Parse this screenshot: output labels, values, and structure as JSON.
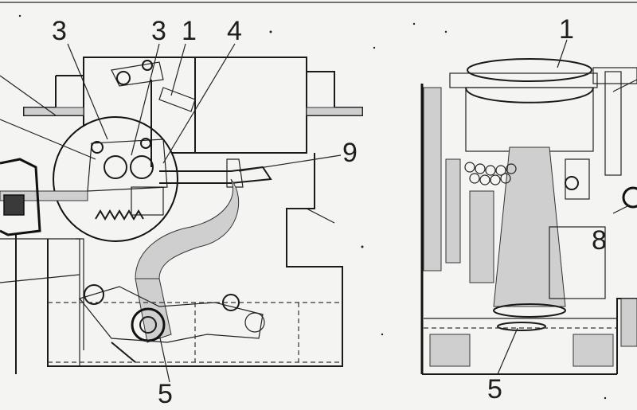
{
  "callouts": {
    "left": {
      "label_3a": "3",
      "label_3b": "3",
      "label_1": "1",
      "label_4": "4",
      "label_9": "9",
      "label_5": "5"
    },
    "right": {
      "label_1": "1",
      "label_8": "8",
      "label_5": "5"
    }
  }
}
